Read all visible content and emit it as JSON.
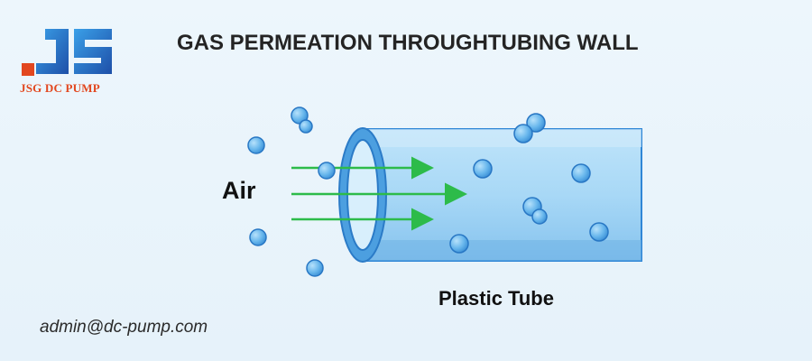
{
  "logo": {
    "mark": "JS",
    "text": "JSG DC PUMP",
    "colors": {
      "orange": "#e2471f",
      "blue": "#1e4fa8",
      "light_blue": "#3aa0e8"
    }
  },
  "title": "GAS PERMEATION THROUGHTUBING WALL",
  "labels": {
    "air": "Air",
    "tube": "Plastic Tube"
  },
  "contact": {
    "email": "admin@dc-pump.com"
  },
  "colors": {
    "tube_fill": "#a9d7f5",
    "tube_stroke": "#2f86d6",
    "bubble_fill": "#6fbdf0",
    "bubble_stroke": "#2877c4",
    "arrow": "#2dbb4a"
  }
}
